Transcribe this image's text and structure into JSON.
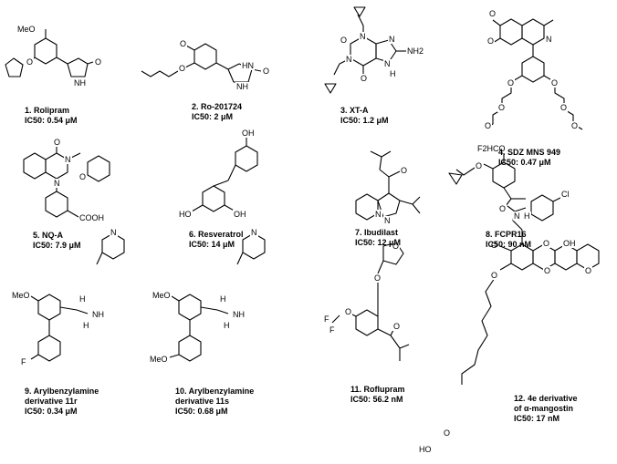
{
  "compounds": [
    {
      "name": "1. Rolipram",
      "ic50": "IC50: 0.54 μM",
      "atoms": [
        "MeO",
        "O",
        "O",
        "NH"
      ]
    },
    {
      "name": "2. Ro-201724",
      "ic50": "IC50: 2 μM",
      "atoms": [
        "O",
        "O",
        "HN",
        "NH",
        "O"
      ]
    },
    {
      "name": "3. XT-A",
      "ic50": "IC50: 1.2 μM",
      "atoms": [
        "N",
        "N",
        "N",
        "N",
        "O",
        "O",
        "NH2",
        "H"
      ]
    },
    {
      "name": "4. SDZ MNS 949",
      "ic50": "IC50: 0.47 μM",
      "atoms": [
        "O",
        "O",
        "N",
        "O",
        "O",
        "O",
        "O",
        "O",
        "O"
      ]
    },
    {
      "name": "5. NQ-A",
      "ic50": "IC50: 7.9 μM",
      "atoms": [
        "O",
        "N",
        "O",
        "N",
        "COOH"
      ]
    },
    {
      "name": "6. Resveratrol",
      "ic50": "IC50: 14 μM",
      "atoms": [
        "OH",
        "HO",
        "OH"
      ]
    },
    {
      "name": "7. Ibudilast",
      "ic50": "IC50: 12 μM",
      "atoms": [
        "O",
        "N",
        "N"
      ]
    },
    {
      "name": "8. FCPR16",
      "ic50": "IC50: 90 nM",
      "atoms": [
        "F2HCO",
        "O",
        "O",
        "N",
        "H",
        "Cl"
      ]
    },
    {
      "name": "9. Arylbenzylamine",
      "name2": "derivative 11r",
      "ic50": "IC50: 0.34 μM",
      "atoms": [
        "N",
        "MeO",
        "H",
        "H",
        "NH",
        "F"
      ]
    },
    {
      "name": "10. Arylbenzylamine",
      "name2": "derivative 11s",
      "ic50": "IC50: 0.68 μM",
      "atoms": [
        "N",
        "MeO",
        "H",
        "H",
        "NH",
        "MeO"
      ]
    },
    {
      "name": "11. Roflupram",
      "ic50": "IC50: 56.2 nM",
      "atoms": [
        "O",
        "O",
        "F",
        "F",
        "O",
        "O"
      ]
    },
    {
      "name": "12. 4e derivative",
      "name2": "of α-mangostin",
      "ic50": "IC50: 17 nM",
      "atoms": [
        "O",
        "OH",
        "O",
        "O",
        "O",
        "O",
        "HO",
        "O"
      ]
    }
  ]
}
